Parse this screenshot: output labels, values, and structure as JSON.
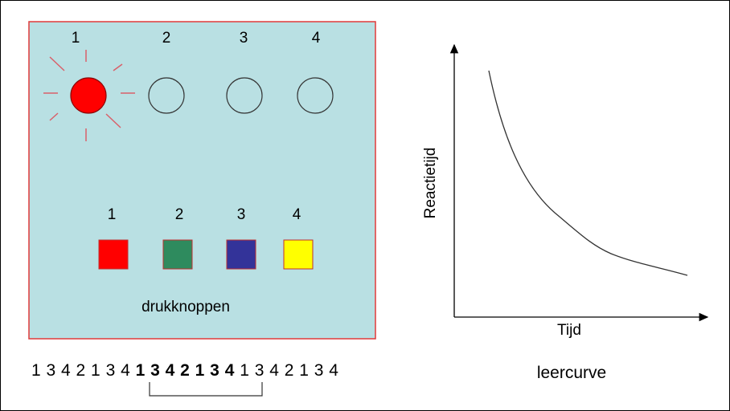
{
  "lamps": {
    "labels": [
      "1",
      "2",
      "3",
      "4"
    ],
    "active_index": 0,
    "active_color": "#ff0000"
  },
  "buttons": {
    "labels": [
      "1",
      "2",
      "3",
      "4"
    ],
    "colors": [
      "#ff0000",
      "#2e8b5e",
      "#333399",
      "#ffff00"
    ],
    "caption": "drukknoppen"
  },
  "sequence": {
    "before": "1 3 4 2 1 3 4",
    "highlighted": "1 3 4 2 1 3 4",
    "after": "1 3 4 2 1 3 4"
  },
  "chart": {
    "ylabel": "Reactietijd",
    "xlabel": "Tijd",
    "caption": "leercurve"
  },
  "colors": {
    "panel_bg": "#b9e0e3",
    "panel_border": "#e03a3a"
  }
}
